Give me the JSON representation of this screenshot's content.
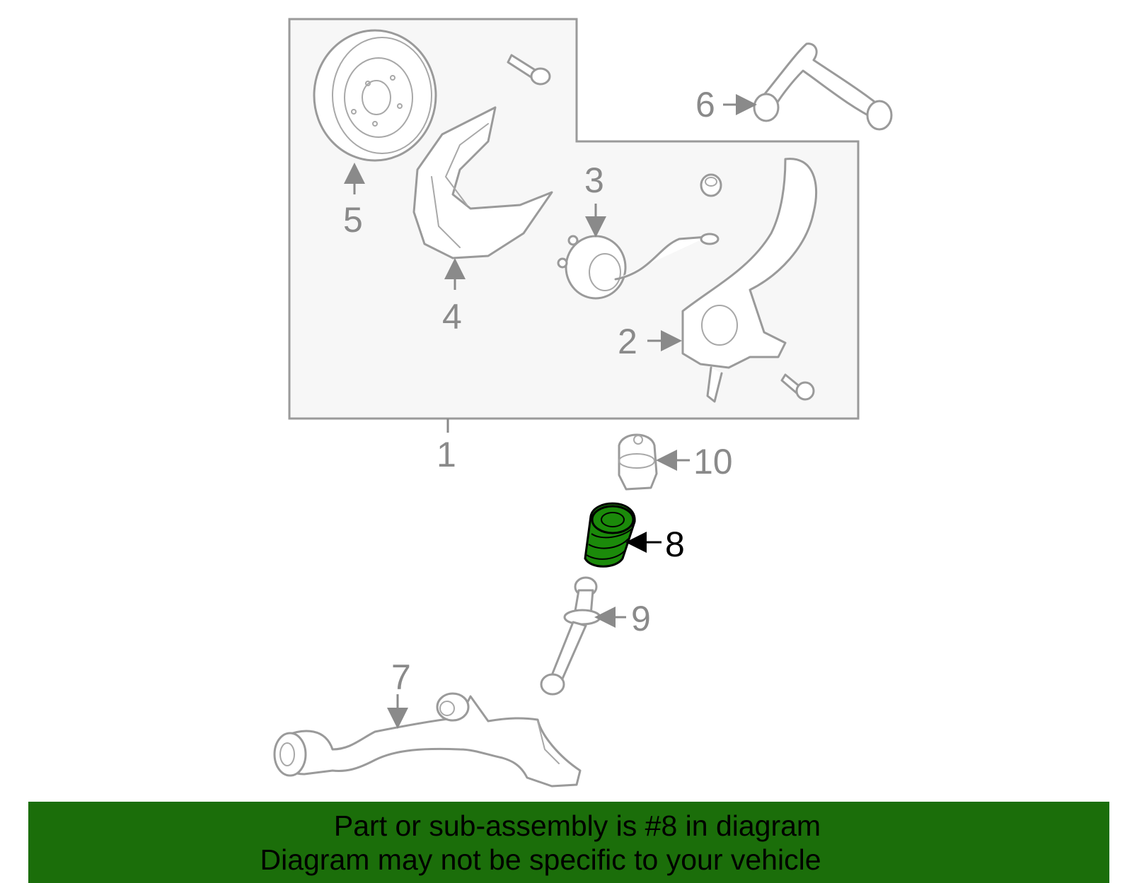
{
  "callouts": {
    "c1": "1",
    "c2": "2",
    "c3": "3",
    "c4": "4",
    "c5": "5",
    "c6": "6",
    "c7": "7",
    "c8": "8",
    "c9": "9",
    "c10": "10"
  },
  "highlighted_part": "8",
  "banner": {
    "line1": "Part or sub-assembly is #8 in diagram",
    "line2": "Diagram may not be specific to your vehicle"
  },
  "colors": {
    "highlight_fill": "#1b8a0a",
    "banner_bg": "#1b6e0a",
    "line_gray": "#9a9a9a"
  }
}
